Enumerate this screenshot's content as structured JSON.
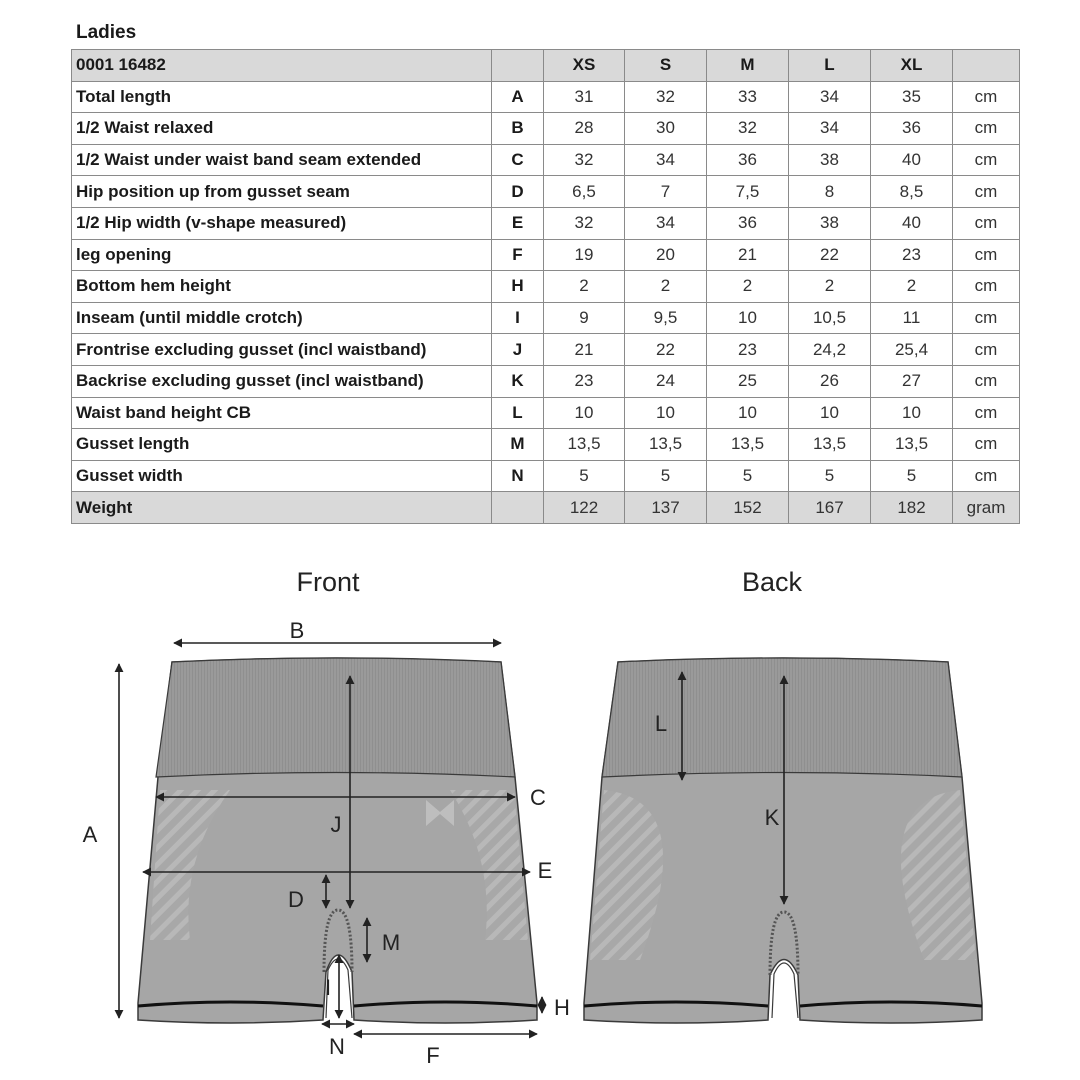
{
  "title": "Ladies",
  "table": {
    "header": {
      "article": "0001 16482",
      "sizes": [
        "XS",
        "S",
        "M",
        "L",
        "XL"
      ]
    },
    "rows": [
      {
        "name": "Total length",
        "code": "A",
        "values": [
          "31",
          "32",
          "33",
          "34",
          "35"
        ],
        "unit": "cm"
      },
      {
        "name": "1/2 Waist relaxed",
        "code": "B",
        "values": [
          "28",
          "30",
          "32",
          "34",
          "36"
        ],
        "unit": "cm"
      },
      {
        "name": "1/2 Waist under waist band seam extended",
        "code": "C",
        "values": [
          "32",
          "34",
          "36",
          "38",
          "40"
        ],
        "unit": "cm"
      },
      {
        "name": "Hip position up from gusset seam",
        "code": "D",
        "values": [
          "6,5",
          "7",
          "7,5",
          "8",
          "8,5"
        ],
        "unit": "cm"
      },
      {
        "name": "1/2 Hip width (v-shape measured)",
        "code": "E",
        "values": [
          "32",
          "34",
          "36",
          "38",
          "40"
        ],
        "unit": "cm"
      },
      {
        "name": "leg opening",
        "code": "F",
        "values": [
          "19",
          "20",
          "21",
          "22",
          "23"
        ],
        "unit": "cm"
      },
      {
        "name": "Bottom hem height",
        "code": "H",
        "values": [
          "2",
          "2",
          "2",
          "2",
          "2"
        ],
        "unit": "cm"
      },
      {
        "name": "Inseam (until middle crotch)",
        "code": "I",
        "values": [
          "9",
          "9,5",
          "10",
          "10,5",
          "11"
        ],
        "unit": "cm"
      },
      {
        "name": "Frontrise excluding gusset (incl waistband)",
        "code": "J",
        "values": [
          "21",
          "22",
          "23",
          "24,2",
          "25,4"
        ],
        "unit": "cm"
      },
      {
        "name": "Backrise excluding gusset (incl waistband)",
        "code": "K",
        "values": [
          "23",
          "24",
          "25",
          "26",
          "27"
        ],
        "unit": "cm"
      },
      {
        "name": "Waist band height CB",
        "code": "L",
        "values": [
          "10",
          "10",
          "10",
          "10",
          "10"
        ],
        "unit": "cm"
      },
      {
        "name": "Gusset length",
        "code": "M",
        "values": [
          "13,5",
          "13,5",
          "13,5",
          "13,5",
          "13,5"
        ],
        "unit": "cm"
      },
      {
        "name": "Gusset width",
        "code": "N",
        "values": [
          "5",
          "5",
          "5",
          "5",
          "5"
        ],
        "unit": "cm"
      }
    ],
    "footer": {
      "name": "Weight",
      "values": [
        "122",
        "137",
        "152",
        "167",
        "182"
      ],
      "unit": "gram"
    }
  },
  "diagram": {
    "front": {
      "title": "Front",
      "labels": {
        "a": "A",
        "b": "B",
        "c": "C",
        "d": "D",
        "e": "E",
        "f": "F",
        "h": "H",
        "i": "I",
        "j": "J",
        "m": "M",
        "n": "N"
      }
    },
    "back": {
      "title": "Back",
      "labels": {
        "k": "K",
        "l": "L"
      }
    },
    "colors": {
      "fabric": "#a6a6a6",
      "waistband": "#9b9b9b",
      "stripes": "#b8b8b8",
      "outline": "#3a3a3a",
      "arrows": "#222222"
    }
  }
}
